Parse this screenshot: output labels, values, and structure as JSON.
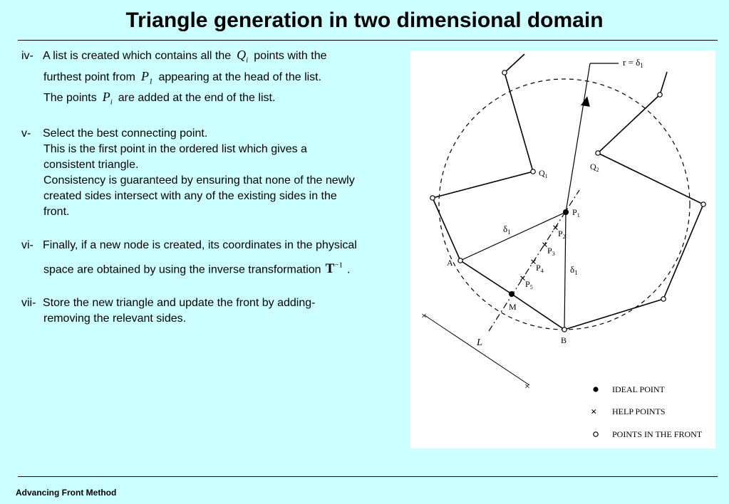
{
  "header": {
    "title": "Triangle generation in two dimensional domain"
  },
  "footer": {
    "text": "Advancing Front Method"
  },
  "items": [
    {
      "num": "iv-",
      "l1a": "A list is created which contains all the",
      "q_sym": "Q",
      "q_sub": "i",
      "l1b": "points with the",
      "l2a": "furthest point from",
      "p1_sym": "P",
      "p1_sub": "1",
      "l2b": "appearing at the head of the list.",
      "l3a": "The points",
      "pi_sym": "P",
      "pi_sub": "i",
      "l3b": "are added at the end of the list."
    },
    {
      "num": "v-",
      "l1": "Select the best connecting point.",
      "l2": "This is the first point in the ordered list which gives a",
      "l3": "consistent triangle.",
      "l4": "Consistency is guaranteed by ensuring that none of the newly",
      "l5": "created sides intersect with any of the existing sides in the",
      "l6": "front."
    },
    {
      "num": "vi-",
      "l1": "Finally, if a new node is created, its coordinates in the physical",
      "l2a": "space are obtained by using the inverse transformation",
      "t_sym": "T",
      "t_sup": "−1",
      "l2b": "."
    },
    {
      "num": "vii-",
      "l1": "Store the new triangle and update the front by adding-",
      "l2": "removing the relevant sides."
    }
  ],
  "figure": {
    "labels": {
      "r_delta": "r = δ",
      "r_delta_sub": "1",
      "q1": "Q",
      "q1_sub": "1",
      "q2": "Q",
      "q2_sub": "2",
      "p1": "P",
      "p1_sub": "1",
      "p2": "P",
      "p2_sub": "2",
      "p3": "P",
      "p3_sub": "3",
      "p4": "P",
      "p4_sub": "4",
      "p5": "P",
      "p5_sub": "5",
      "delta_left": "δ",
      "delta_left_sub": "1",
      "delta_right": "δ",
      "delta_right_sub": "1",
      "a": "A",
      "m": "M",
      "b": "B",
      "l": "L"
    },
    "legend": {
      "ideal": "IDEAL POINT",
      "help": "HELP POINTS",
      "front": "POINTS IN THE FRONT"
    }
  }
}
